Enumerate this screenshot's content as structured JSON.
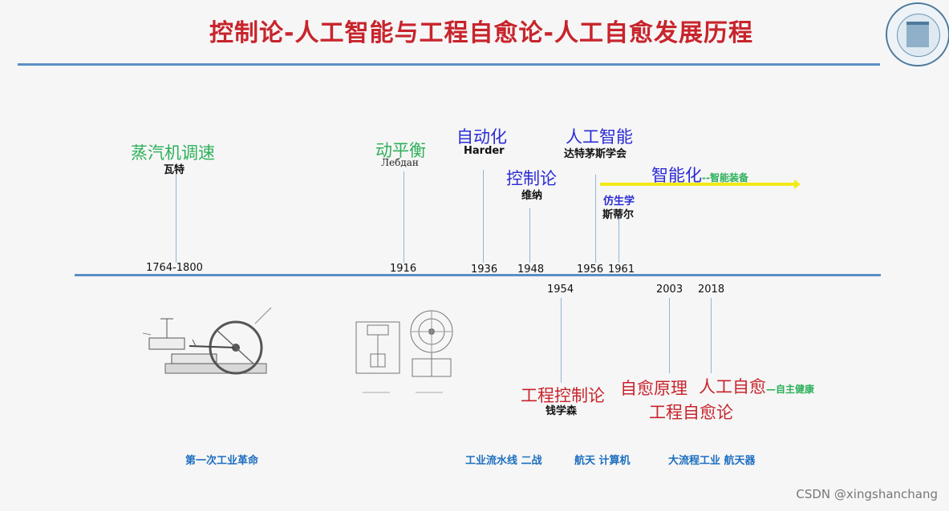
{
  "title": "控制论-人工智能与工程自愈论-人工自愈发展历程",
  "watermark": "CSDN @xingshanchang",
  "above": {
    "steam": {
      "label": "蒸汽机调速",
      "person": "瓦特",
      "year": "1764-1800"
    },
    "balance": {
      "label": "动平衡",
      "person": "Лебдан",
      "year": "1916"
    },
    "automation": {
      "label": "自动化",
      "person": "Harder",
      "year": "1936"
    },
    "cybernetics": {
      "label": "控制论",
      "person": "维纳",
      "year": "1948"
    },
    "ai": {
      "label": "人工智能",
      "person": "达特茅斯学会",
      "year": "1956"
    },
    "bionics": {
      "label": "仿生学",
      "person": "斯蒂尔",
      "year": "1961"
    },
    "intelligent": {
      "label": "智能化",
      "suffix": "--智能装备"
    }
  },
  "below": {
    "engctrl": {
      "label": "工程控制论",
      "person": "钱学森",
      "year": "1954"
    },
    "selfheal": {
      "label": "自愈原理",
      "sub": "工程自愈论",
      "year": "2003"
    },
    "artheal": {
      "label": "人工自愈",
      "suffix": "—自主健康",
      "year": "2018"
    }
  },
  "eras": {
    "first": "第一次工业革命",
    "line": "工业流水线  二战",
    "space": "航天  计算机",
    "process": "大流程工业 航天器"
  },
  "colors": {
    "green": "#2db05a",
    "blue": "#2b2bd6",
    "red": "#c8242c",
    "axis": "#5b8fc4",
    "arrow": "#f2ea16"
  }
}
